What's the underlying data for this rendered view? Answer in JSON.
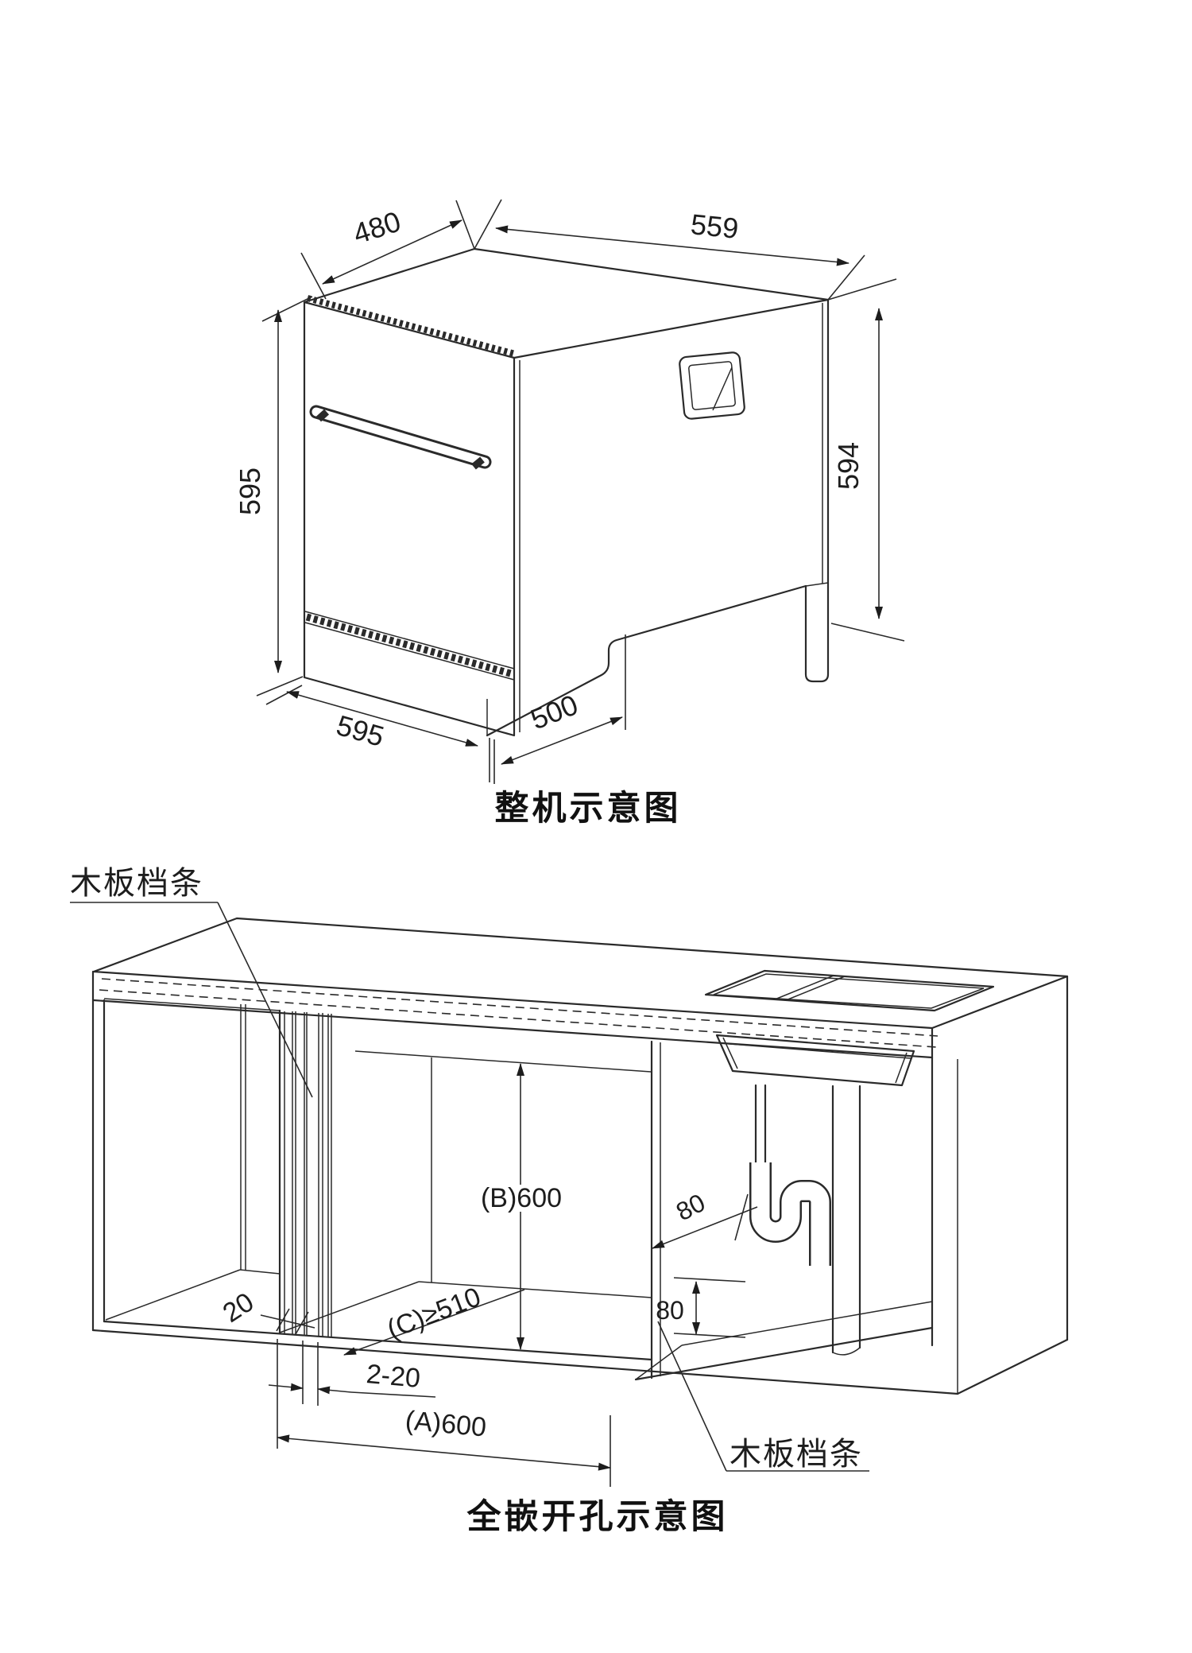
{
  "figure1": {
    "title": "整机示意图",
    "dims": {
      "top_depth": "480",
      "top_width": "559",
      "left_height": "595",
      "right_height": "594",
      "bottom_front_width": "595",
      "bottom_side_depth": "500"
    }
  },
  "figure2": {
    "title": "全嵌开孔示意图",
    "label_top_left": "木板档条",
    "label_bottom_right": "木板档条",
    "dims": {
      "batten_setback": "20",
      "batten_thickness": "2-20",
      "opening_width": "(A)600",
      "opening_height": "(B)600",
      "opening_depth": "(C)≥510",
      "drain_offset": "80",
      "drain_height": "80"
    }
  }
}
